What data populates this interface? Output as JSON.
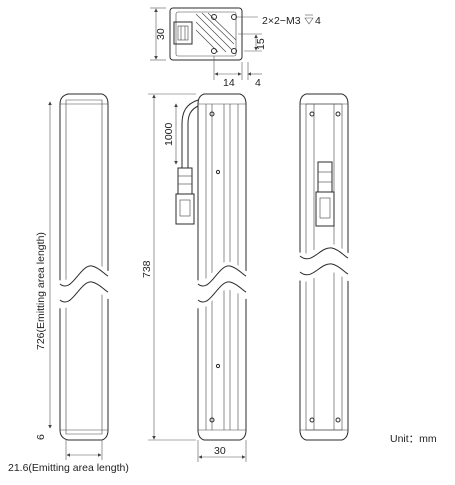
{
  "top_view": {
    "dim_height": "30",
    "dim_hole_offset": "15",
    "dim_width_a": "14",
    "dim_width_b": "4",
    "thread_note": "2×2−M3",
    "thread_depth": "4"
  },
  "front_view": {
    "emitting_length": "726(Emitting area length)",
    "end_margin": "6",
    "emitting_width": "21.6(Emitting area length)"
  },
  "side_view": {
    "overall_length": "738",
    "cable_length": "1000",
    "width": "30"
  },
  "unit_label": "Unit：mm"
}
